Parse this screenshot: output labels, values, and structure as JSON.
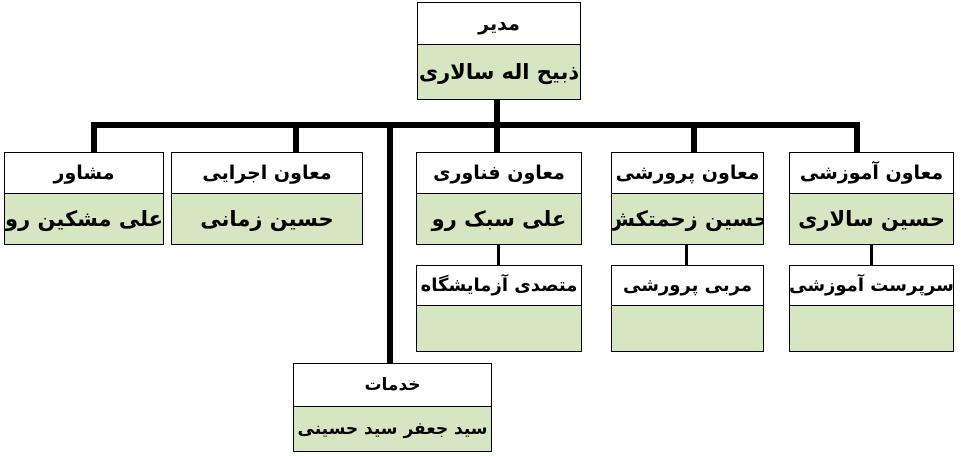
{
  "director": {
    "title": "مدیر",
    "name": "ذبیح اله سالاری"
  },
  "deputies": [
    {
      "title": "معاون آموزشی",
      "name": "حسین سالاری",
      "sub_title": "سرپرست آموزشی",
      "sub_value": ""
    },
    {
      "title": "معاون پرورشی",
      "name": "حسین زحمتکش",
      "sub_title": "مربی پرورشی",
      "sub_value": ""
    },
    {
      "title": "معاون فناوری",
      "name": "علی سبک رو",
      "sub_title": "متصدی آزمایشگاه",
      "sub_value": ""
    },
    {
      "title": "معاون اجرایی",
      "name": "حسین زمانی"
    },
    {
      "title": "مشاور",
      "name": "علی مشکین رو"
    }
  ],
  "services": {
    "title": "خدمات",
    "name": "سید جعفر سید حسینی"
  },
  "colors": {
    "name_fill": "#d6e6c2",
    "title_fill": "#ffffff",
    "lines": "#000000"
  }
}
